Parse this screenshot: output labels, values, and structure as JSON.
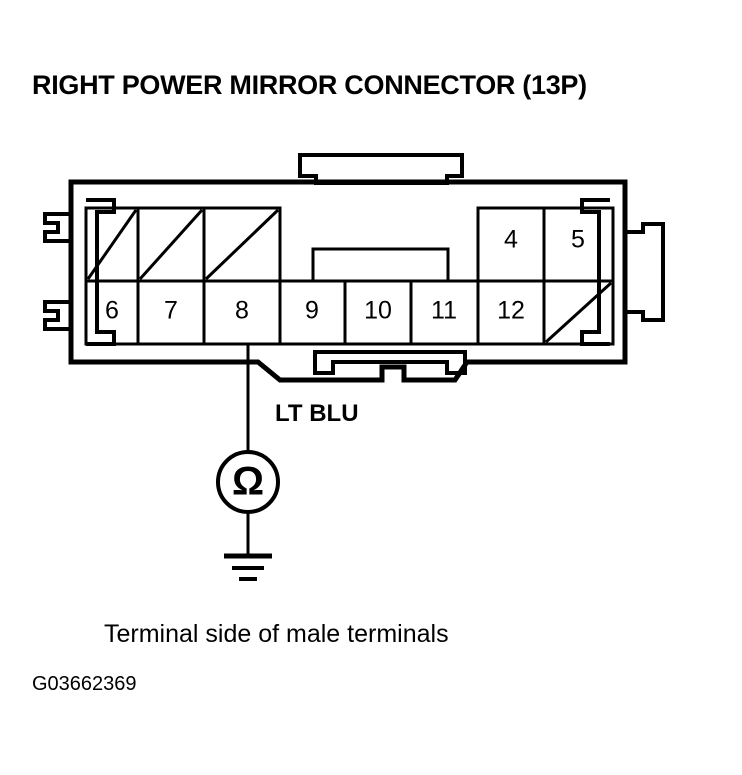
{
  "title": "RIGHT POWER MIRROR CONNECTOR (13P)",
  "caption": "Terminal side of male terminals",
  "figure_id": "G03662369",
  "wire": {
    "label": "LT BLU",
    "from_pin": "8"
  },
  "meter": {
    "symbol": "Ω",
    "type": "ohmmeter",
    "ground": true
  },
  "connector": {
    "pin_count_label": "13P",
    "top_row": [
      {
        "label": "",
        "hatched": true
      },
      {
        "label": "",
        "hatched": true
      },
      {
        "label": "",
        "hatched": true
      },
      {
        "label": "4",
        "hatched": false
      },
      {
        "label": "5",
        "hatched": false
      }
    ],
    "bottom_row": [
      {
        "label": "6",
        "hatched": false
      },
      {
        "label": "7",
        "hatched": false
      },
      {
        "label": "8",
        "hatched": false
      },
      {
        "label": "9",
        "hatched": false
      },
      {
        "label": "10",
        "hatched": false
      },
      {
        "label": "11",
        "hatched": false
      },
      {
        "label": "12",
        "hatched": false
      },
      {
        "label": "",
        "hatched": true
      }
    ]
  },
  "colors": {
    "stroke": "#000000",
    "background": "#ffffff"
  }
}
